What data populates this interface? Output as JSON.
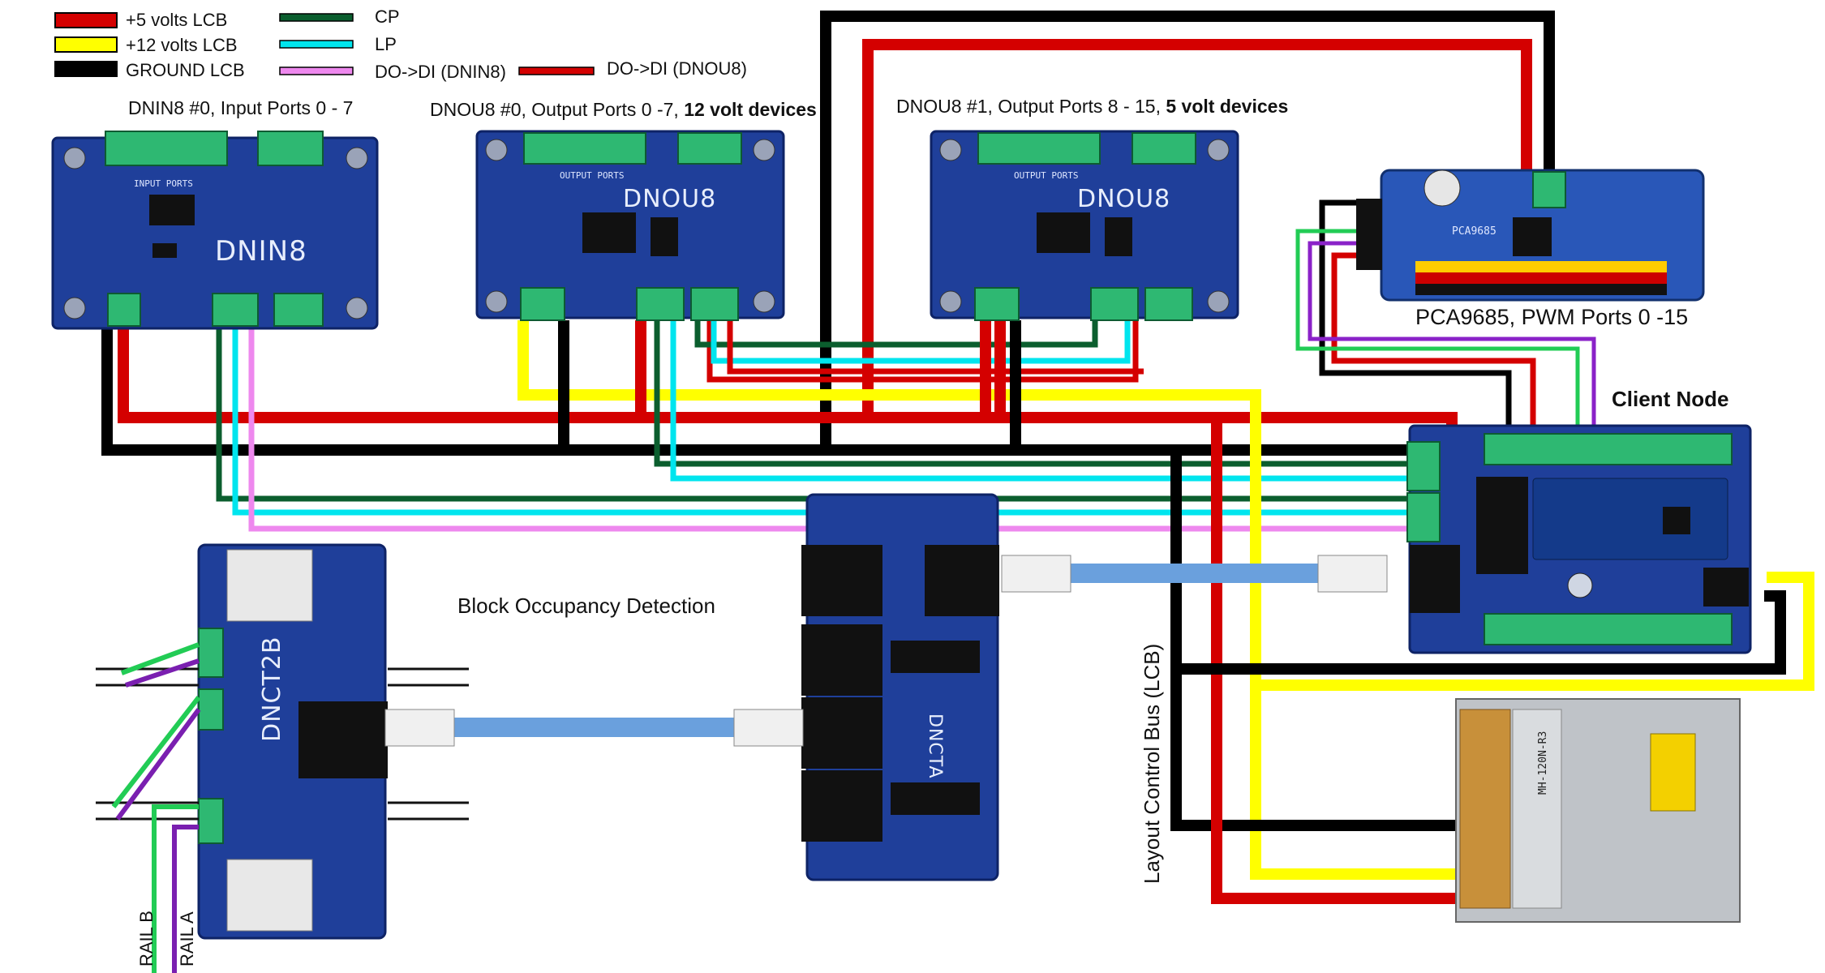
{
  "legend": {
    "plus5": "+5 volts LCB",
    "plus12": "+12 volts LCB",
    "ground": "GROUND LCB",
    "cp": "CP",
    "lp": "LP",
    "do_di_dnin8": "DO->DI (DNIN8)",
    "do_di_dnou8": "DO->DI (DNOU8)"
  },
  "colors": {
    "plus5": "#d40000",
    "plus12": "#ffff00",
    "ground": "#000000",
    "cp": "#0b5e2e",
    "lp": "#00e5ee",
    "do_di_dnin8": "#ee88ee",
    "board_blue": "#1f3f9a",
    "terminal_green": "#2eb872",
    "cable_blue": "#6aa0dd"
  },
  "titles": {
    "dnin8_prefix": "DNIN8 #0, Input Ports 0 - 7",
    "dnou8_0_prefix": "DNOU8 #0, Output Ports 0 -7,",
    "dnou8_0_bold": "12 volt devices",
    "dnou8_1_prefix": "DNOU8 #1, Output Ports 8 - 15,",
    "dnou8_1_bold": "5 volt devices",
    "pca": "PCA9685, PWM Ports 0 -15",
    "client": "Client Node",
    "bod": "Block Occupancy Detection",
    "lcb": "Layout Control Bus (LCB)",
    "rail_b": "RAIL B",
    "rail_a": "RAIL A"
  },
  "boards": {
    "dnin8": "DNIN8",
    "dnou8_0": "DNOU8",
    "dnou8_1": "DNOU8",
    "dnct2b": "DNCT2B",
    "dncta": "DNCTA"
  },
  "silk": {
    "input_ports": "INPUT PORTS",
    "output_ports": "OUTPUT PORTS",
    "pca_chip": "PCA9685",
    "power_supply": "MH-120N-R3"
  }
}
